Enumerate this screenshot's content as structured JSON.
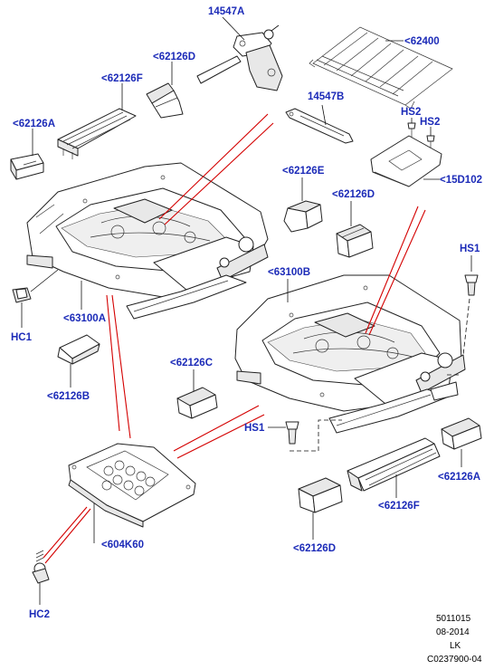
{
  "labels": {
    "p14547A": "14547A",
    "p62400": "<62400",
    "p62126D_top": "<62126D",
    "p62126F_top": "<62126F",
    "p62126A_top": "<62126A",
    "p14547B": "14547B",
    "hs2_a": "HS2",
    "hs2_b": "HS2",
    "p15D102": "<15D102",
    "p62126E": "<62126E",
    "p62126D_mid": "<62126D",
    "hs1_right": "HS1",
    "p63100B": "<63100B",
    "hc1": "HC1",
    "p63100A": "<63100A",
    "p62126C": "<62126C",
    "p62126B": "<62126B",
    "hs1_mid": "HS1",
    "p62126A_right": "<62126A",
    "p62126F_bottom": "<62126F",
    "p604K60": "<604K60",
    "p62126D_bottom": "<62126D",
    "hc2": "HC2"
  },
  "reference": {
    "line1": "5011015",
    "line2": "08-2014",
    "line3": "LK",
    "line4": "C0237900-04"
  },
  "colors": {
    "label": "#1c2bb8",
    "leader": "#d40000",
    "line": "#222222"
  }
}
